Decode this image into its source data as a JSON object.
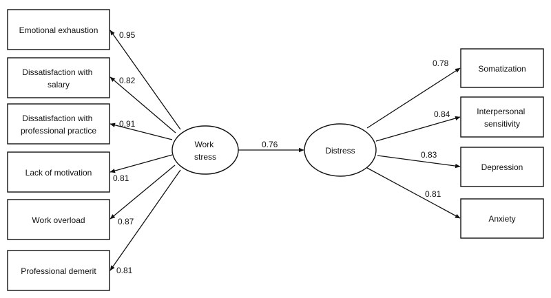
{
  "latent": {
    "work_stress": [
      "Work",
      "stress"
    ],
    "distress": [
      "Distress"
    ]
  },
  "work_stress_indicators": [
    {
      "lines": [
        "Emotional exhaustion"
      ],
      "loading": "0.95"
    },
    {
      "lines": [
        "Dissatisfaction with",
        "salary"
      ],
      "loading": "0.82"
    },
    {
      "lines": [
        "Dissatisfaction with",
        "professional practice"
      ],
      "loading": "0.91"
    },
    {
      "lines": [
        "Lack of motivation"
      ],
      "loading": "0.81"
    },
    {
      "lines": [
        "Work overload"
      ],
      "loading": "0.87"
    },
    {
      "lines": [
        "Professional demerit"
      ],
      "loading": "0.81"
    }
  ],
  "distress_indicators": [
    {
      "lines": [
        "Somatization"
      ],
      "loading": "0.78"
    },
    {
      "lines": [
        "Interpersonal",
        "sensitivity"
      ],
      "loading": "0.84"
    },
    {
      "lines": [
        "Depression"
      ],
      "loading": "0.83"
    },
    {
      "lines": [
        "Anxiety"
      ],
      "loading": "0.81"
    }
  ],
  "structural_path": {
    "from": "Work stress",
    "to": "Distress",
    "coefficient": "0.76"
  },
  "colors": {
    "stroke": "#111111",
    "fill": "#ffffff"
  }
}
